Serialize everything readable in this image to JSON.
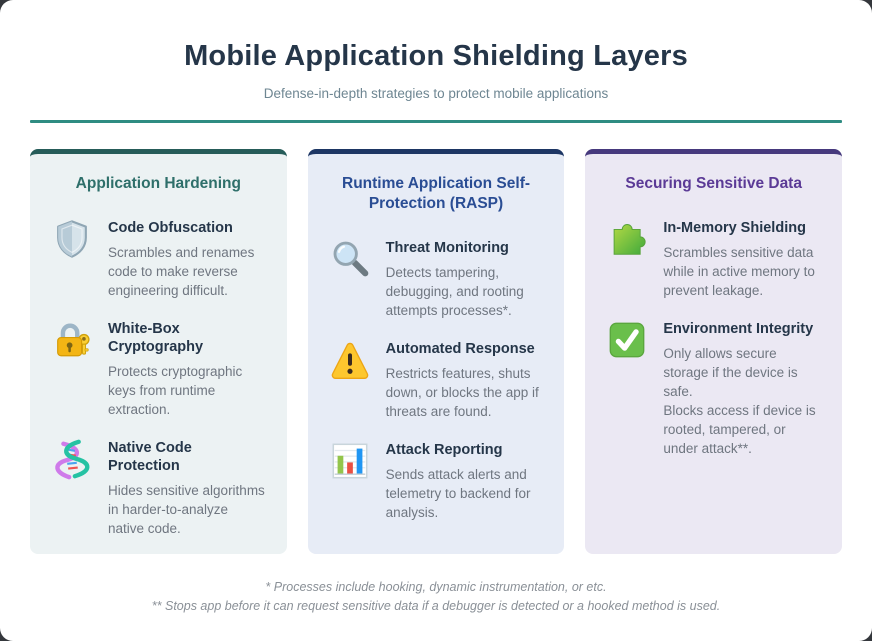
{
  "header": {
    "title": "Mobile Application Shielding Layers",
    "subtitle": "Defense-in-depth strategies to protect mobile applications"
  },
  "cards": [
    {
      "title": "Application Hardening",
      "items": [
        {
          "icon": "shield-icon",
          "title": "Code Obfuscation",
          "description": "Scrambles and renames code to make reverse engineering difficult."
        },
        {
          "icon": "lock-key-icon",
          "title": "White-Box Cryptography",
          "description": "Protects cryptographic keys from runtime extraction."
        },
        {
          "icon": "dna-icon",
          "title": "Native Code Protection",
          "description": "Hides sensitive algorithms in harder-to-analyze native code."
        }
      ]
    },
    {
      "title": "Runtime Application Self-Protection (RASP)",
      "items": [
        {
          "icon": "magnifier-icon",
          "title": "Threat Monitoring",
          "description": "Detects tampering, debugging, and rooting attempts processes*."
        },
        {
          "icon": "warning-icon",
          "title": "Automated Response",
          "description": "Restricts features, shuts down, or blocks the app if threats are found."
        },
        {
          "icon": "bar-chart-icon",
          "title": "Attack Reporting",
          "description": "Sends attack alerts and telemetry to backend for analysis."
        }
      ]
    },
    {
      "title": "Securing Sensitive Data",
      "items": [
        {
          "icon": "puzzle-icon",
          "title": "In-Memory Shielding",
          "description": "Scrambles sensitive data while in active memory to prevent leakage."
        },
        {
          "icon": "checkmark-icon",
          "title": "Environment Integrity",
          "description": "Only allows secure storage if the device is safe.\nBlocks access if device is rooted, tampered, or under attack**."
        }
      ]
    }
  ],
  "footnotes": [
    "* Processes include hooking, dynamic instrumentation, or etc.",
    "** Stops app before it can request sensitive data if a debugger is detected or a hooked method is used."
  ],
  "colors": {
    "page_background": "#34373c",
    "surface": "#ffffff",
    "title_text": "#253649",
    "subtitle_text": "#6e8692",
    "divider_accent": "#2f8c82",
    "item_title_text": "#253649",
    "item_description_text": "#6f7680",
    "footnote_text": "#8a9097",
    "card_hardening": {
      "accent": "#265c59",
      "header_text": "#2e6f6a",
      "background": "#ecf2f3"
    },
    "card_rasp": {
      "accent": "#1d3664",
      "header_text": "#2a4d94",
      "background": "#e7ecf6"
    },
    "card_sensitive_data": {
      "accent": "#46397d",
      "header_text": "#5b3a96",
      "background": "#ebe8f3"
    }
  }
}
